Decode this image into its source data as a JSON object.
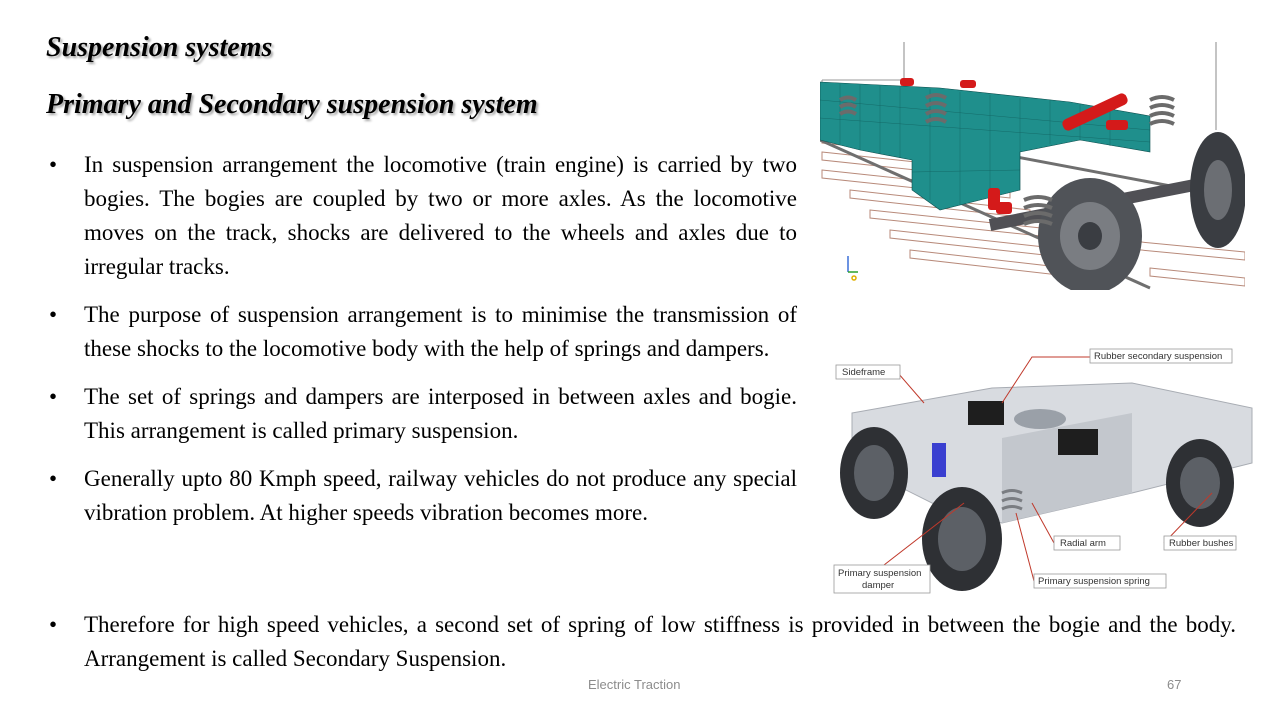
{
  "titles": {
    "main": "Suspension systems",
    "sub": "Primary and Secondary suspension system"
  },
  "bullets": [
    "In suspension arrangement the locomotive (train engine) is carried by two bogies. The bogies are coupled by two or more axles. As the locomotive moves on the track, shocks are delivered to the wheels and axles due to irregular tracks.",
    "The purpose of suspension arrangement is to minimise the transmission of these shocks to the locomotive body with the help of springs and dampers.",
    "The set of springs and dampers are interposed in between axles and bogie. This arrangement is called primary suspension.",
    "Generally upto 80 Kmph speed, railway vehicles do not produce any special vibration problem. At higher speeds vibration becomes more.",
    "Therefore for high speed vehicles, a second set of spring of low stiffness is provided in between the bogie and the body. Arrangement is called Secondary Suspension."
  ],
  "diagram_labels": {
    "sideframe": "Sideframe",
    "rubber_secondary": "Rubber secondary suspension",
    "radial_arm": "Radial arm",
    "rubber_bushes": "Rubber bushes",
    "primary_damper_line1": "Primary suspension",
    "primary_damper_line2": "damper",
    "primary_spring": "Primary suspension spring"
  },
  "footer": {
    "center": "Electric Traction",
    "page": "67"
  },
  "colors": {
    "mesh": "#1f8f8c",
    "spring": "#6b6b6b",
    "damper": "#d41a1a",
    "steel": "#3a3d42"
  }
}
